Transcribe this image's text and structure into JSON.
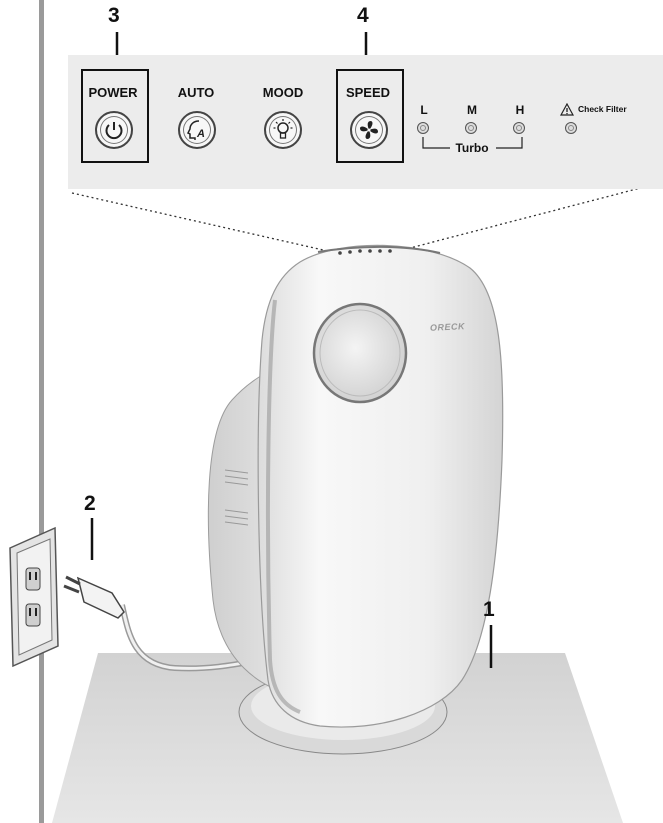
{
  "callouts": {
    "one": "1",
    "two": "2",
    "three": "3",
    "four": "4"
  },
  "control_panel": {
    "buttons": {
      "power": "POWER",
      "auto": "AUTO",
      "mood": "MOOD",
      "speed": "SPEED"
    },
    "speed_levels": {
      "low": "L",
      "medium": "M",
      "high": "H"
    },
    "turbo_label": "Turbo",
    "check_filter_label": "Check Filter"
  },
  "device": {
    "brand": "ORECK"
  },
  "icons": [
    "power-icon",
    "auto-icon",
    "mood-bulb-icon",
    "fan-icon",
    "warning-triangle-icon"
  ],
  "colors": {
    "panel": "#ececec",
    "wall_edge": "#9a9a9a",
    "floor": "#d9d9d9",
    "purifier_body": "#f2f2f2"
  }
}
